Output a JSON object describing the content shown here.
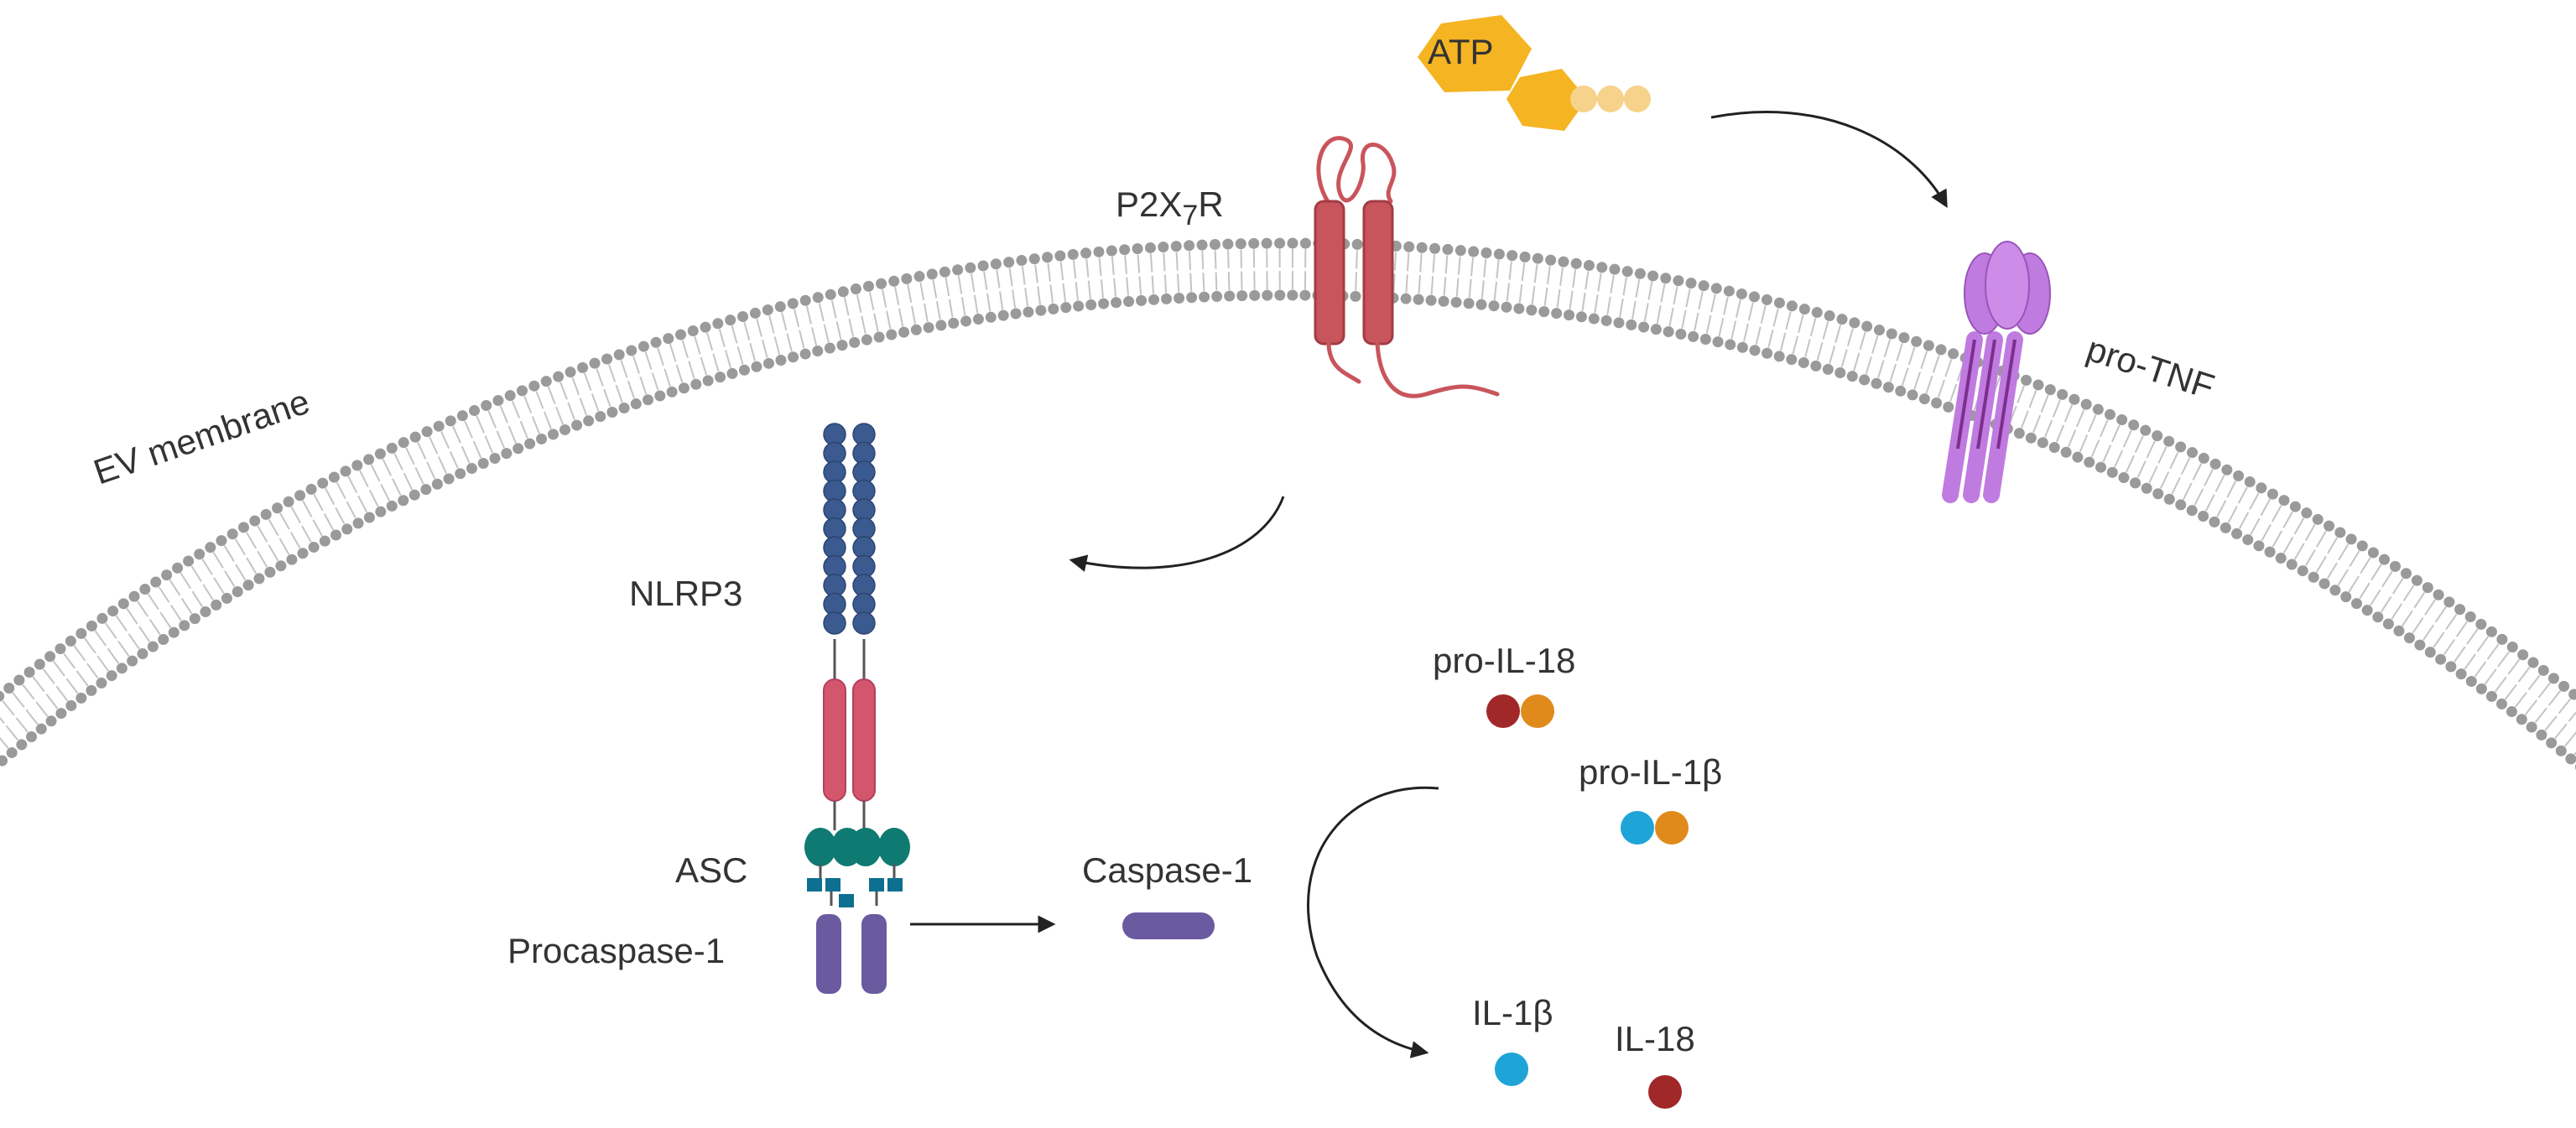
{
  "labels": {
    "atp": "ATP",
    "p2x7r_main": "P2X",
    "p2x7r_sub": "7",
    "p2x7r_tail": "R",
    "ev_membrane": "EV membrane",
    "pro_tnf": "pro-TNF",
    "nlrp3": "NLRP3",
    "asc": "ASC",
    "procaspase1": "Procaspase-1",
    "caspase1": "Caspase-1",
    "pro_il18": "pro-IL-18",
    "pro_il1b": "pro-IL-1β",
    "il1b": "IL-1β",
    "il18": "IL-18"
  },
  "colors": {
    "membrane_head": "#9a9a9a",
    "membrane_tail": "#c4c4c4",
    "receptor": "#c9555c",
    "receptor_dark": "#a23c44",
    "atp": "#f5b422",
    "atp_phosphate": "#f7d28a",
    "tnf": "#c07be0",
    "tnf_dark": "#7d2f8e",
    "nlrp3_lrr": "#3b5a8f",
    "nlrp3_nacht": "#d4566d",
    "asc_pyd": "#0f7a72",
    "asc_card": "#0e6f90",
    "caspase": "#6a5aa0",
    "il18_red": "#a12828",
    "il_orange": "#e08a1c",
    "il1b_blue": "#1fa4d8",
    "arrow": "#222222"
  }
}
